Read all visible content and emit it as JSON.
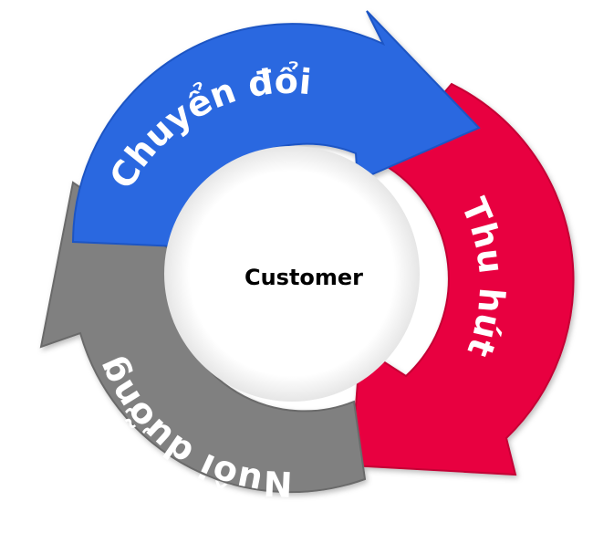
{
  "diagram": {
    "center_label": "Customer",
    "stages": [
      {
        "label": "Thu hút",
        "color": "#e8003f",
        "shade": "#c40034"
      },
      {
        "label": "Nuôi dưỡng",
        "color": "#808080",
        "shade": "#6a6a6a"
      },
      {
        "label": "Chuyển đổi",
        "color": "#2b68e0",
        "shade": "#1f55c4"
      }
    ]
  }
}
